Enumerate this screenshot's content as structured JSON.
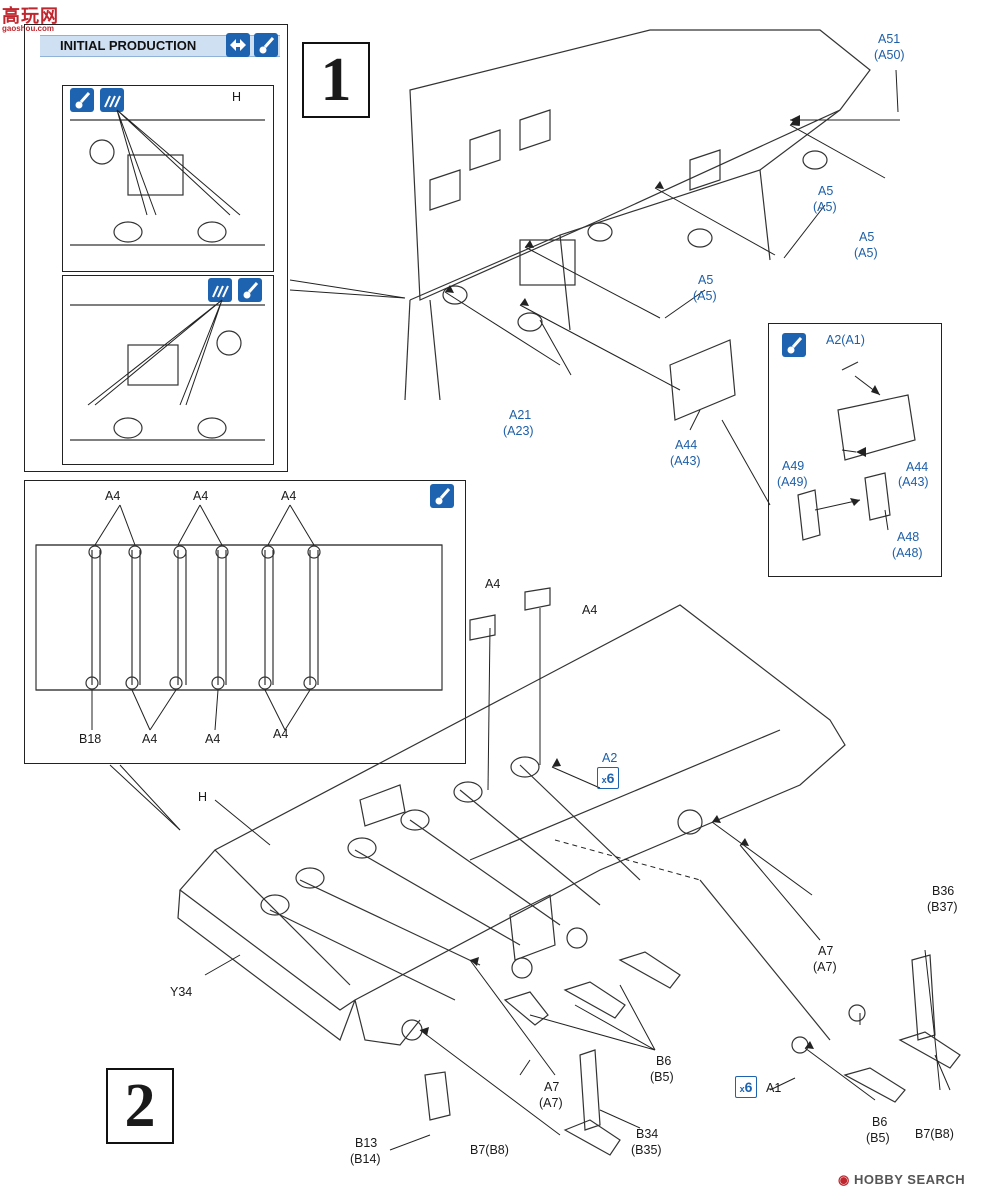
{
  "header": {
    "watermark_top": "高玩网",
    "watermark_url": "gaoshou.com",
    "banner_title": "INITIAL PRODUCTION",
    "watermark_bottom": "HOBBY SEARCH"
  },
  "steps": [
    {
      "number": "1"
    },
    {
      "number": "2"
    }
  ],
  "step1": {
    "inset_hull_label": "H",
    "parts": [
      {
        "name": "A51",
        "alt": "(A50)"
      },
      {
        "name": "A5",
        "alt": "(A5)"
      },
      {
        "name": "A5",
        "alt": "(A5)"
      },
      {
        "name": "A5",
        "alt": "(A5)"
      },
      {
        "name": "A21",
        "alt": "(A23)"
      },
      {
        "name": "A44",
        "alt": "(A43)"
      }
    ],
    "detail": {
      "parts": [
        {
          "name": "A2(A1)"
        },
        {
          "name": "A44",
          "alt": "(A43)"
        },
        {
          "name": "A49",
          "alt": "(A49)"
        },
        {
          "name": "A48",
          "alt": "(A48)"
        }
      ]
    }
  },
  "step2": {
    "inset_labels": {
      "top": [
        "A4",
        "A4",
        "A4"
      ],
      "bottom": [
        "B18",
        "A4",
        "A4",
        "A4"
      ]
    },
    "labels": {
      "a4_top1": "A4",
      "a4_top2": "A4",
      "a2": "A2",
      "multiplier": "6",
      "multiplier_prefix": "x",
      "hull": "H",
      "y34": "Y34",
      "b36": "B36",
      "b37": "(B37)",
      "a7_right": "A7",
      "a7_right_alt": "(A7)",
      "a7_left": "A7",
      "a7_left_alt": "(A7)",
      "b6_mid": "B6",
      "b5_mid": "(B5)",
      "a1": "A1",
      "b6_right": "B6",
      "b5_right": "(B5)",
      "b7_right": "B7(B8)",
      "b13": "B13",
      "b14": "(B14)",
      "b7_left": "B7(B8)",
      "b34": "B34",
      "b35": "(B35)"
    }
  },
  "colors": {
    "accent_blue": "#1d63b0",
    "banner_bg": "#cfe0f3",
    "line": "#222222",
    "watermark_red": "#c0262d"
  }
}
